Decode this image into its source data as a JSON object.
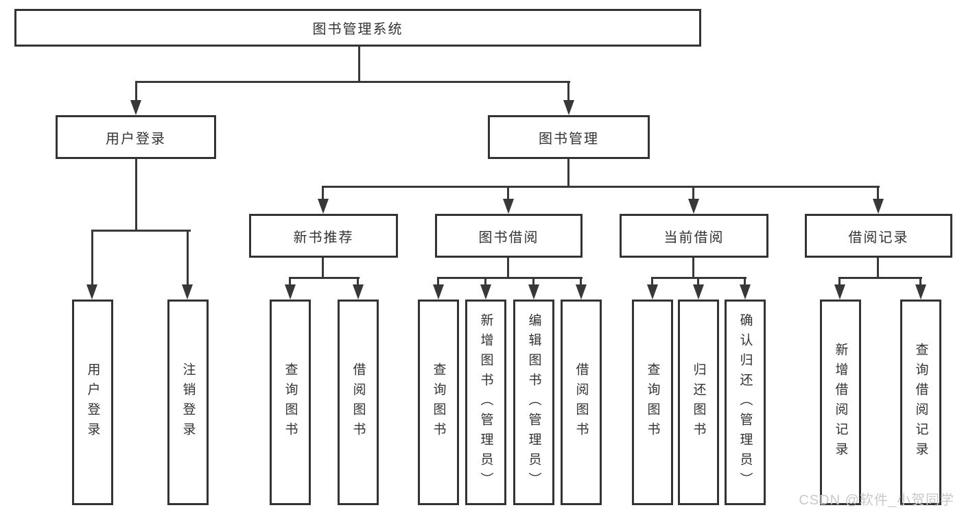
{
  "diagram": {
    "root": {
      "label": "图书管理系统"
    },
    "level2": {
      "user_login": {
        "label": "用户登录"
      },
      "book_management": {
        "label": "图书管理"
      }
    },
    "level3": {
      "new_book_recommend": {
        "label": "新书推荐"
      },
      "book_borrow": {
        "label": "图书借阅"
      },
      "current_borrow": {
        "label": "当前借阅"
      },
      "borrow_records": {
        "label": "借阅记录"
      }
    },
    "leaves": {
      "user_login_action": {
        "label": "用户登录"
      },
      "logout_action": {
        "label": "注销登录"
      },
      "nb_query_books": {
        "label": "查询图书"
      },
      "nb_borrow_books": {
        "label": "借阅图书"
      },
      "bb_query_books": {
        "label": "查询图书"
      },
      "bb_add_books": {
        "label": "新增图书（管理员）"
      },
      "bb_edit_books": {
        "label": "编辑图书（管理员）"
      },
      "bb_borrow_books": {
        "label": "借阅图书"
      },
      "cb_query_books": {
        "label": "查询图书"
      },
      "cb_return_books": {
        "label": "归还图书"
      },
      "cb_confirm_return": {
        "label": "确认归还（管理员）"
      },
      "br_add_record": {
        "label": "新增借阅记录"
      },
      "br_query_record": {
        "label": "查询借阅记录"
      }
    }
  },
  "watermark": {
    "text": "CSDN @软件_小贺同学"
  },
  "colors": {
    "line": "#383838",
    "box_border": "#333333",
    "text": "#333333",
    "watermark": "#c9c9c9",
    "background": "#ffffff"
  }
}
